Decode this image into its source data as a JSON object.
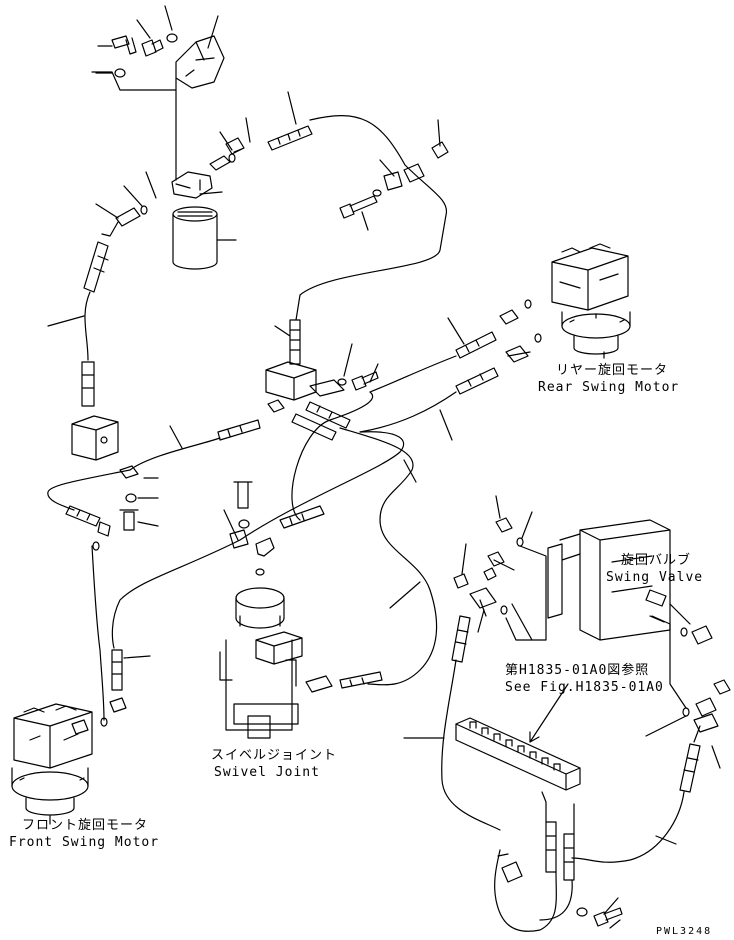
{
  "labels": {
    "rear_motor_jp": "リヤー旋回モータ",
    "rear_motor_en": "Rear Swing Motor",
    "swing_valve_jp": "旋回バルブ",
    "swing_valve_en": "Swing Valve",
    "see_fig_jp": "第H1835-01A0図参照",
    "see_fig_en": "See Fig.H1835-01A0",
    "swivel_jp": "スイベルジョイント",
    "swivel_en": "Swivel Joint",
    "front_motor_jp": "フロント旋回モータ",
    "front_motor_en": "Front Swing Motor"
  },
  "drawing_code": "PWL3248",
  "colors": {
    "line": "#000000",
    "background": "#ffffff"
  }
}
